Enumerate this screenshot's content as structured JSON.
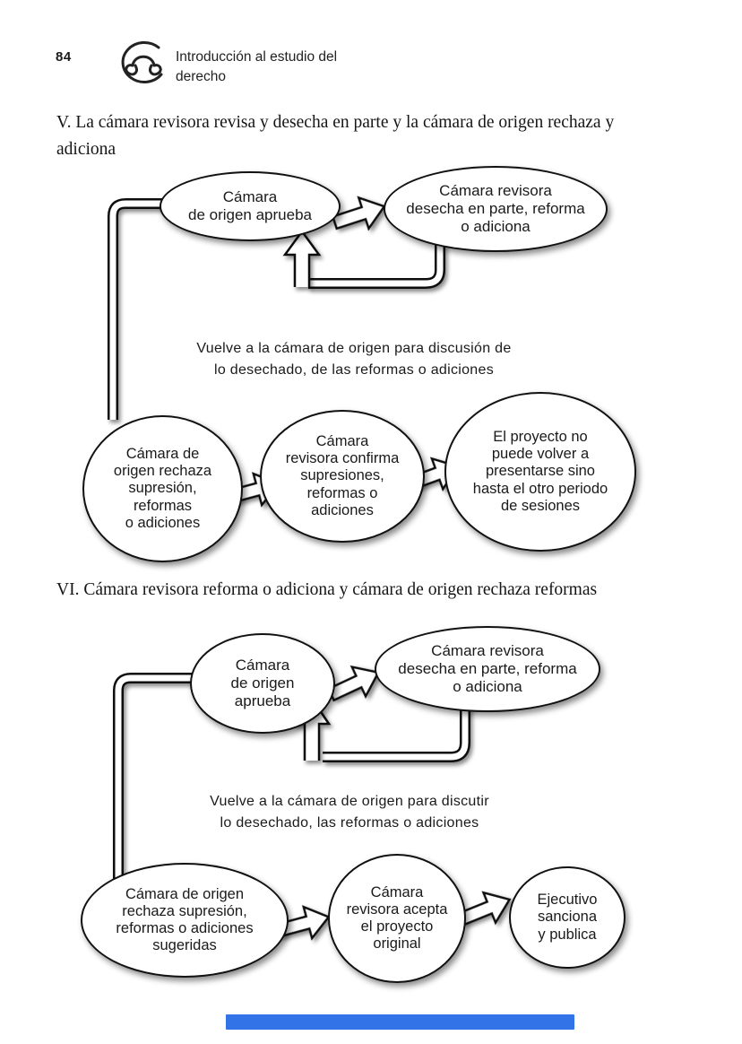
{
  "page": {
    "number": "84",
    "header_title": "Introducción al estudio del\nderecho"
  },
  "section_v": {
    "heading": "V. La cámara revisora revisa y desecha en parte y la cámara de origen rechaza y adiciona",
    "nodes": {
      "origin_approves": "Cámara\nde origen aprueba",
      "revisora_desecha": "Cámara revisora\ndesecha en parte, reforma\no adiciona",
      "origen_rechaza": "Cámara de\norigen rechaza\nsupresión,\nreformas\no adiciones",
      "revisora_confirma": "Cámara\nrevisora confirma\nsupresiones,\nreformas o\nadiciones",
      "proyecto_no_vuelve": "El proyecto no\npuede volver a\npresentarse sino\nhasta el otro periodo\nde sesiones"
    },
    "caption": "Vuelve a la cámara de origen para discusión de\nlo desechado, de las reformas o adiciones"
  },
  "section_vi": {
    "heading": "VI. Cámara revisora reforma o adiciona y cámara de origen rechaza reformas",
    "nodes": {
      "origin_approves": "Cámara\nde origen\naprueba",
      "revisora_desecha": "Cámara revisora\ndesecha en parte, reforma\no adiciona",
      "origen_rechaza": "Cámara de origen\nrechaza supresión,\nreformas o adiciones\nsugeridas",
      "revisora_acepta": "Cámara\nrevisora acepta\nel proyecto\noriginal",
      "ejecutivo": "Ejecutivo\nsanciona\ny publica"
    },
    "caption": "Vuelve a la cámara de origen para discutir\nlo desechado, las reformas o adiciones"
  },
  "colors": {
    "ink": "#1a1a1a",
    "loading_bar": "#3273e8"
  }
}
